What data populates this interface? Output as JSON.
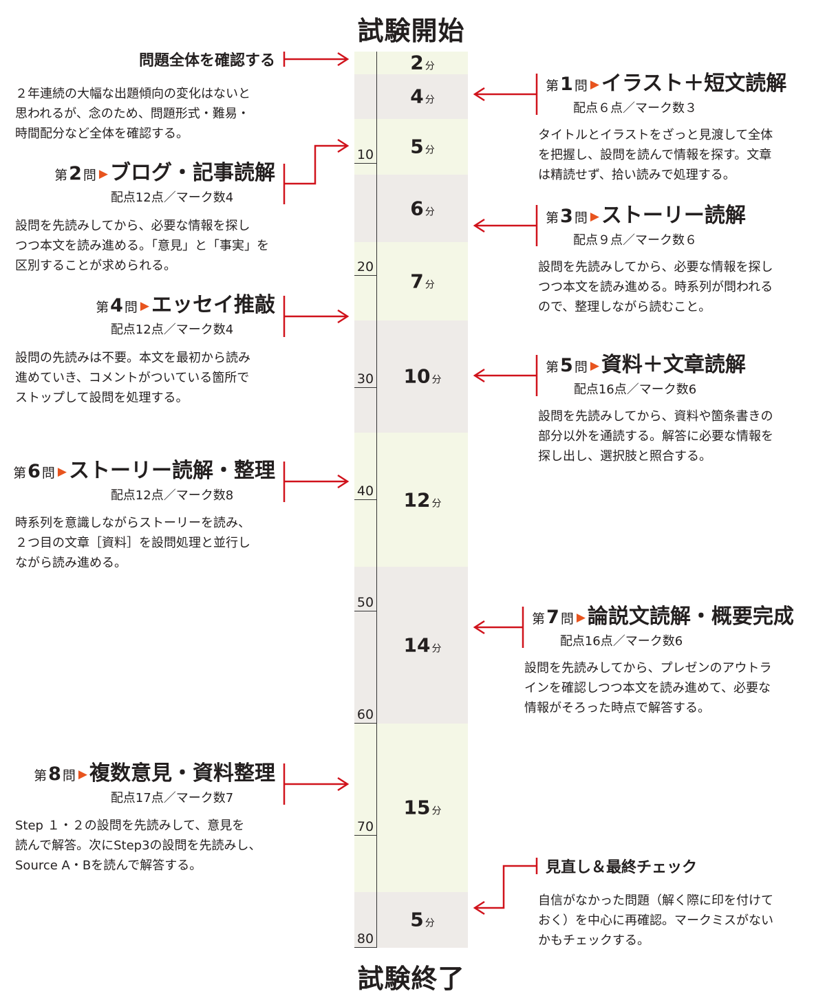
{
  "header": {
    "start": "試験開始",
    "end": "試験終了"
  },
  "colors": {
    "accent_red": "#d0121b",
    "triangle": "#e8541e",
    "band_green": "#f4f7e6",
    "band_gray": "#eeebe8"
  },
  "timeline": {
    "unit": "分",
    "segments": [
      "2",
      "4",
      "5",
      "6",
      "7",
      "10",
      "12",
      "14",
      "15",
      "5"
    ],
    "segment_minutes": [
      2,
      4,
      5,
      6,
      7,
      10,
      12,
      14,
      15,
      5
    ],
    "ticks": [
      "10",
      "20",
      "30",
      "40",
      "50",
      "60",
      "70",
      "80"
    ]
  },
  "blocks": [
    {
      "side": "left",
      "title": "問題全体を確認する",
      "para": [
        "２年連続の大幅な出題傾向の変化はないと",
        "思われるが、念のため、問題形式・難易・",
        "時間配分など全体を確認する。"
      ]
    },
    {
      "side": "right",
      "dai": "第",
      "num": "1",
      "mon": "問",
      "title": "イラスト＋短文読解",
      "sub": "配点６点／マーク数３",
      "para": [
        "タイトルとイラストをざっと見渡して全体",
        "を把握し、設問を読んで情報を探す。文章",
        "は精読せず、拾い読みで処理する。"
      ]
    },
    {
      "side": "left",
      "dai": "第",
      "num": "2",
      "mon": "問",
      "title": "ブログ・記事読解",
      "sub": "配点12点／マーク数4",
      "para": [
        "設問を先読みしてから、必要な情報を探し",
        "つつ本文を読み進める。「意見」と「事実」を",
        "区別することが求められる。"
      ]
    },
    {
      "side": "right",
      "dai": "第",
      "num": "3",
      "mon": "問",
      "title": "ストーリー読解",
      "sub": "配点９点／マーク数６",
      "para": [
        "設問を先読みしてから、必要な情報を探し",
        "つつ本文を読み進める。時系列が問われる",
        "ので、整理しながら読むこと。"
      ]
    },
    {
      "side": "left",
      "dai": "第",
      "num": "4",
      "mon": "問",
      "title": "エッセイ推敲",
      "sub": "配点12点／マーク数4",
      "para": [
        "設問の先読みは不要。本文を最初から読み",
        "進めていき、コメントがついている箇所で",
        "ストップして設問を処理する。"
      ]
    },
    {
      "side": "right",
      "dai": "第",
      "num": "5",
      "mon": "問",
      "title": "資料＋文章読解",
      "sub": "配点16点／マーク数6",
      "para": [
        "設問を先読みしてから、資料や箇条書きの",
        "部分以外を通読する。解答に必要な情報を",
        "探し出し、選択肢と照合する。"
      ]
    },
    {
      "side": "left",
      "dai": "第",
      "num": "6",
      "mon": "問",
      "title": "ストーリー読解・整理",
      "sub": "配点12点／マーク数8",
      "para": [
        "時系列を意識しながらストーリーを読み、",
        "２つ目の文章［資料］を設問処理と並行し",
        "ながら読み進める。"
      ]
    },
    {
      "side": "right",
      "dai": "第",
      "num": "7",
      "mon": "問",
      "title": "論説文読解・概要完成",
      "sub": "配点16点／マーク数6",
      "para": [
        "設問を先読みしてから、プレゼンのアウトラ",
        "インを確認しつつ本文を読み進めて、必要な",
        "情報がそろった時点で解答する。"
      ]
    },
    {
      "side": "left",
      "dai": "第",
      "num": "8",
      "mon": "問",
      "title": "複数意見・資料整理",
      "sub": "配点17点／マーク数7",
      "para": [
        "Step １・２の設問を先読みして、意見を",
        "読んで解答。次にStep3の設問を先読みし、",
        "Source A・Bを読んで解答する。"
      ]
    },
    {
      "side": "right",
      "title": "見直し＆最終チェック",
      "para": [
        "自信がなかった問題（解く際に印を付けて",
        "おく）を中心に再確認。マークミスがない",
        "かもチェックする。"
      ]
    }
  ]
}
